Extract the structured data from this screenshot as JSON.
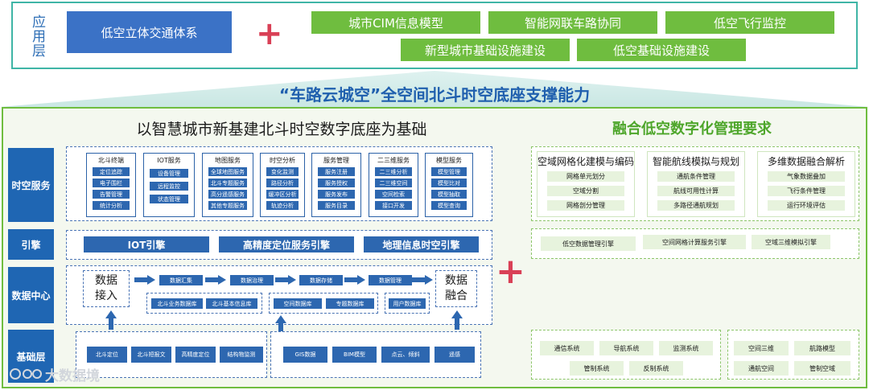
{
  "app_layer": {
    "label": "应用层",
    "main": "低空立体交通体系",
    "items": [
      "城市CIM信息模型",
      "智能网联车路协同",
      "低空飞行监控",
      "新型城市基础设施建设",
      "低空基础设施建设"
    ]
  },
  "banner": "“车路云城空”全空间北斗时空底座支撑能力",
  "left_title": "以智慧城市新基建北斗时空数字底座为基础",
  "right_title": "融合低空数字化管理要求",
  "row_labels": [
    "时空服务",
    "引擎",
    "数据中心",
    "基础层"
  ],
  "services": [
    {
      "title": "北斗终端",
      "items": [
        "定位追踪",
        "电子围栏",
        "告警管理",
        "统计分析"
      ]
    },
    {
      "title": "IOT服务",
      "items": [
        "设备管理",
        "远程监控",
        "状态管理"
      ]
    },
    {
      "title": "地图服务",
      "items": [
        "全球地图服务",
        "北斗专题服务",
        "高分遥感服务",
        "其他专题服务"
      ]
    },
    {
      "title": "时空分析",
      "items": [
        "变化监测",
        "路径分析",
        "缓冲区分析",
        "轨迹分析"
      ]
    },
    {
      "title": "服务管理",
      "items": [
        "服务注册",
        "服务授权",
        "服务发布",
        "服务目录"
      ]
    },
    {
      "title": "二三维服务",
      "items": [
        "二三维分析",
        "二三维空间",
        "空间检索",
        "接口开发"
      ]
    },
    {
      "title": "模型服务",
      "items": [
        "模型管理",
        "模型比对",
        "模型抽取",
        "模型查询"
      ]
    }
  ],
  "engines": [
    "IOT引擎",
    "高精度定位服务引擎",
    "地理信息时空引擎"
  ],
  "data_center": {
    "left": "数据接入",
    "right": "数据融合",
    "flow": [
      "数据汇集",
      "数据治理",
      "数据存储",
      "数据管理"
    ],
    "stores": [
      "北斗业务数据库",
      "北斗基本信息库",
      "空间数据库",
      "专题数据库",
      "用户数据库"
    ]
  },
  "base": {
    "group1": [
      "北斗定位",
      "北斗短报文",
      "高精度定位",
      "结构物监测"
    ],
    "group2": [
      "GIS数据",
      "BIM模型",
      "点云、倾斜",
      "遥感"
    ]
  },
  "right_panel": {
    "groups": [
      {
        "title": "空域网格化建模与编码",
        "items": [
          "网格单元划分",
          "空域分割",
          "网格剖分管理"
        ]
      },
      {
        "title": "智能航线模拟与规划",
        "items": [
          "通航条件管理",
          "航线可用性计算",
          "多路径通航规划"
        ]
      },
      {
        "title": "多维数据融合解析",
        "items": [
          "气象数据叠加",
          "飞行条件管理",
          "运行环境评估"
        ]
      }
    ],
    "engines": [
      "低空数据管理引擎",
      "空间网格计算服务引擎",
      "空域三维模拟引擎"
    ],
    "base_group1": [
      "通信系统",
      "导航系统",
      "监测系统",
      "管制系统",
      "反制系统"
    ],
    "base_group2": [
      "空间三维",
      "航路模型",
      "通航空间",
      "管制空域"
    ]
  },
  "watermark": "大数据境",
  "colors": {
    "accent_blue": "#2d67b0",
    "accent_green": "#6fbd3f",
    "plus_red": "#d94056"
  }
}
